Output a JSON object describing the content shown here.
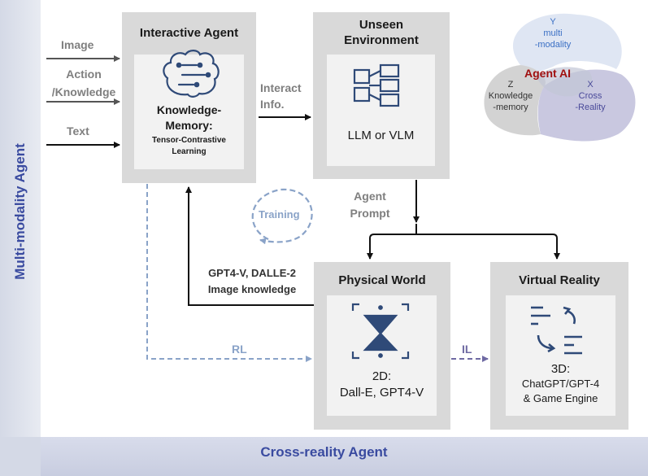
{
  "left_band_label": "Multi-modality Agent",
  "bottom_band_label": "Cross-reality Agent",
  "inputs": {
    "image": "Image",
    "action_line1": "Action",
    "action_line2": "/Knowledge",
    "text": "Text"
  },
  "interactive_agent": {
    "title": "Interactive Agent",
    "memory_line1": "Knowledge-",
    "memory_line2": "Memory:",
    "sub_line1": "Tensor-Contrastive",
    "sub_line2": "Learning"
  },
  "unseen_env": {
    "title_line1": "Unseen",
    "title_line2": "Environment",
    "body": "LLM or VLM"
  },
  "interact_info": {
    "line1": "Interact",
    "line2": "Info."
  },
  "agent_prompt": {
    "line1": "Agent",
    "line2": "Prompt"
  },
  "training": "Training",
  "gpt_label": {
    "line1": "GPT4-V, DALLE-2",
    "line2": "Image knowledge"
  },
  "rl": "RL",
  "il": "IL",
  "physical_world": {
    "title": "Physical World",
    "line1": "2D:",
    "line2": "Dall-E, GPT4-V"
  },
  "virtual_reality": {
    "title": "Virtual Reality",
    "line1": "3D:",
    "line2": "ChatGPT/GPT-4",
    "line3": "& Game Engine"
  },
  "venn": {
    "center": "Agent AI",
    "y_axis": "Y",
    "y_line1": "multi",
    "y_line2": "-modality",
    "z_axis": "Z",
    "z_line1": "Knowledge",
    "z_line2": "-memory",
    "x_axis": "X",
    "x_line1": "Cross",
    "x_line2": "-Reality"
  },
  "colors": {
    "frame": "#d4d9e6",
    "title_blue": "#3a4ba0",
    "box_gray": "#d9d9d9",
    "icon_navy": "#2f4a78",
    "dashed_blue": "#8aa3c8",
    "agent_ai_red": "#a01010"
  }
}
